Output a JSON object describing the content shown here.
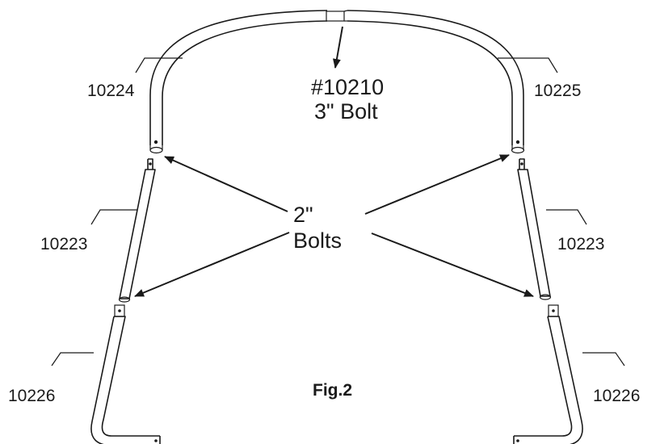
{
  "labels": {
    "part_10224": "10224",
    "part_10225": "10225",
    "part_10223_left": "10223",
    "part_10223_right": "10223",
    "part_10226_left": "10226",
    "part_10226_right": "10226",
    "bolt3_number": "#10210",
    "bolt3_name": "3\" Bolt",
    "bolt2_line1": "2\"",
    "bolt2_line2": "Bolts",
    "figure": "Fig.2"
  },
  "colors": {
    "ink": "#1a1a1a",
    "background": "#ffffff"
  }
}
